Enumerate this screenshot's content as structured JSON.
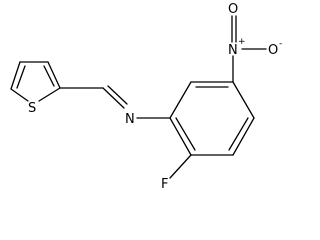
{
  "molecule": {
    "atoms": {
      "sulfur": "S",
      "imine_nitrogen": "N",
      "nitro_nitrogen": "N",
      "nitro_oxygen_top": "O",
      "nitro_oxygen_right": "O",
      "fluorine": "F"
    },
    "charges": {
      "nitro_nitrogen": "+",
      "nitro_oxygen_right": "-"
    }
  }
}
